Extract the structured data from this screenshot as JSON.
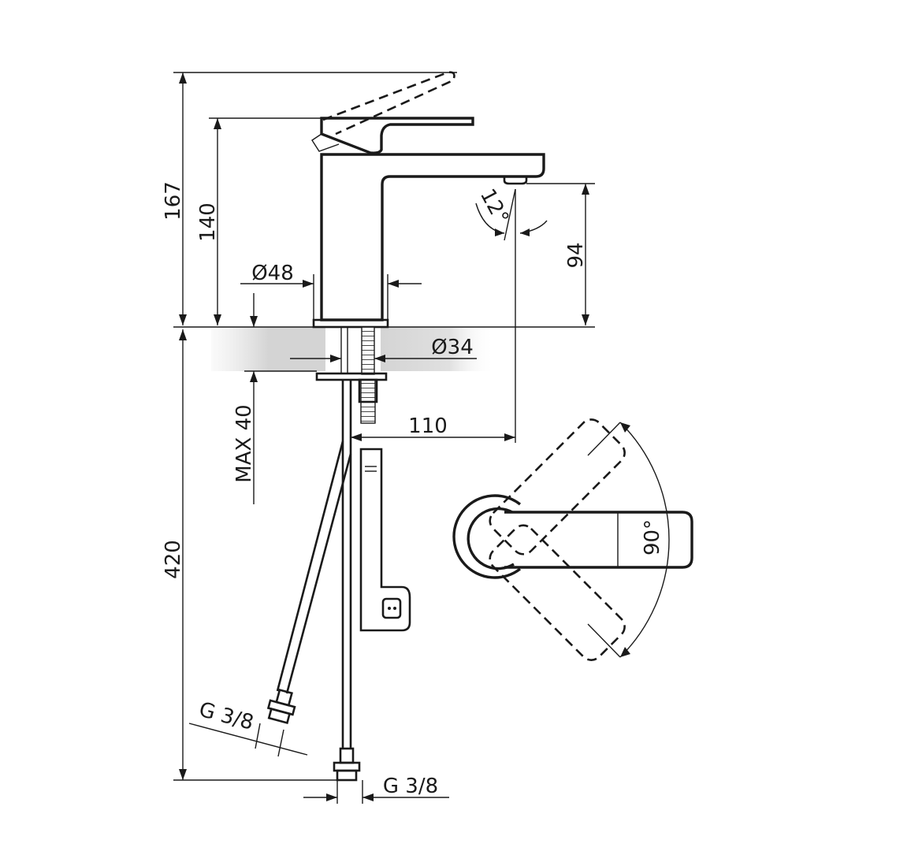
{
  "dimensions": {
    "total_height": "167",
    "body_height": "140",
    "spout_height": "94",
    "body_diameter": "Ø48",
    "shank_diameter": "Ø34",
    "max_deck_thickness": "MAX 40",
    "spout_reach": "110",
    "hose_length": "420",
    "spray_angle": "12°",
    "lever_rotation": "90°",
    "hose_thread_left": "G 3/8",
    "hose_thread_right": "G 3/8"
  },
  "colors": {
    "line": "#1a1a1a",
    "countertop_shade": "#d9d9d9"
  }
}
